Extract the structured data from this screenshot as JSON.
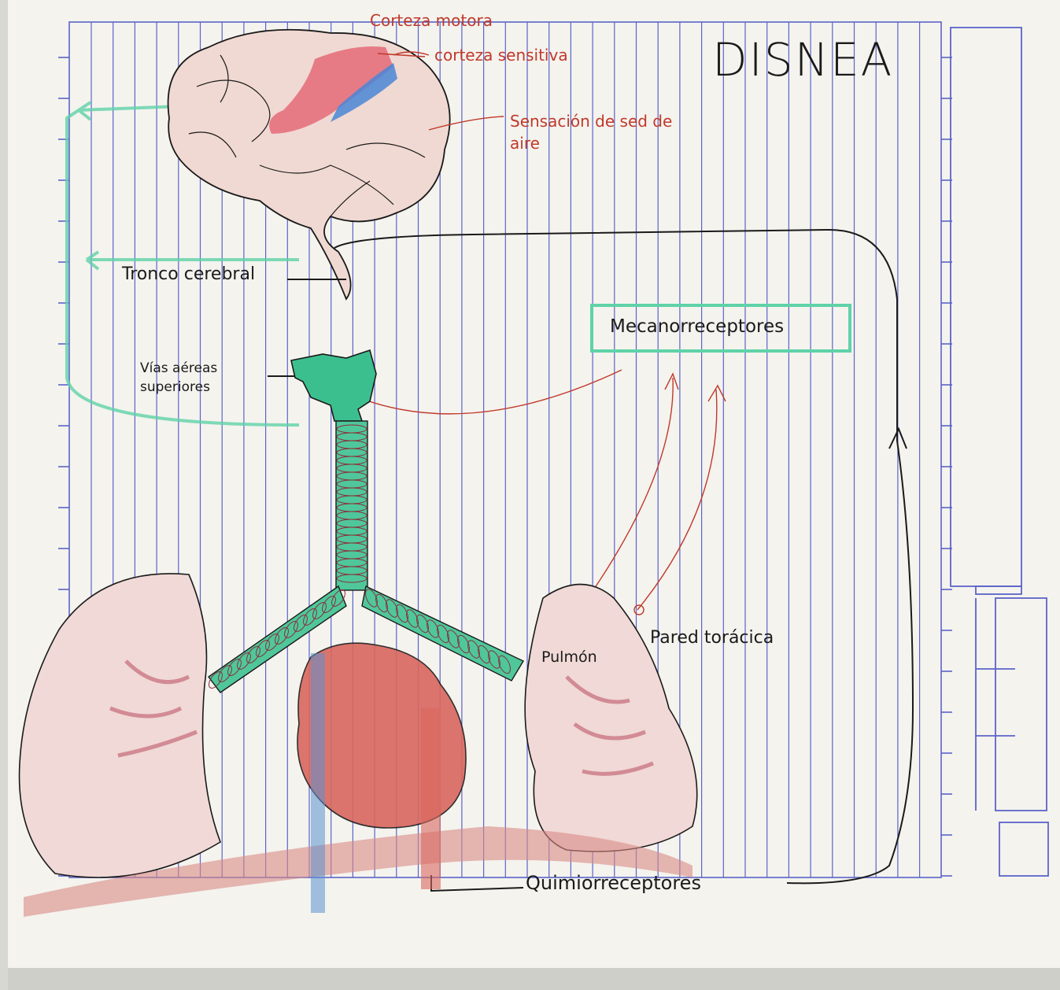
{
  "title": "DISNEA",
  "labels": {
    "corteza_motora": "Corteza motora",
    "corteza_sensitiva": "corteza sensitiva",
    "sensacion": "Sensación de sed de aire",
    "tronco": "Tronco cerebral",
    "vias": "Vías aéreas superiores",
    "mecano": "Mecanorreceptores",
    "pulmon": "Pulmón",
    "pared": "Pared torácica",
    "quimio": "Quimiorreceptores"
  },
  "colors": {
    "paper": "#f4f3ee",
    "grid": "#5b64c8",
    "ink": "#1a1a1a",
    "red_ink": "#c0392b",
    "green": "#3cbf8f",
    "blue": "#3f7fd1",
    "pink_fill": "#e9b3b8"
  }
}
